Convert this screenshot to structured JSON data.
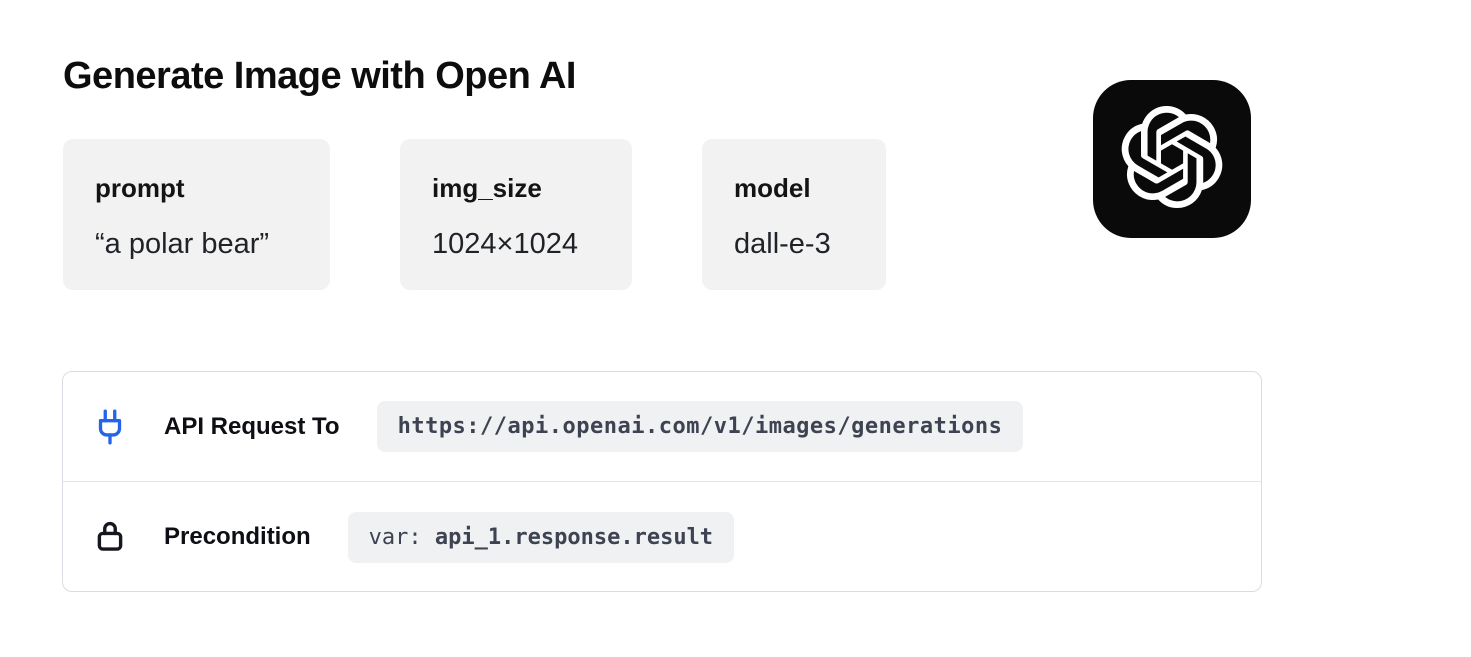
{
  "page": {
    "title": "Generate Image with Open AI"
  },
  "params": [
    {
      "label": "prompt",
      "value": "“a polar bear”"
    },
    {
      "label": "img_size",
      "value": "1024×1024"
    },
    {
      "label": "model",
      "value": "dall-e-3"
    }
  ],
  "logo": {
    "name": "openai-logo",
    "background": "#0a0a0a",
    "foreground": "#ffffff"
  },
  "panel": {
    "rows": [
      {
        "icon": "plug-icon",
        "icon_color": "#2563eb",
        "label": "API Request To",
        "chip": {
          "text": "https://api.openai.com/v1/images/generations"
        }
      },
      {
        "icon": "lock-icon",
        "icon_color": "#16181f",
        "label": "Precondition",
        "chip": {
          "prefix": "var: ",
          "text": "api_1.response.result"
        }
      }
    ]
  },
  "colors": {
    "card_background": "#f2f2f2",
    "chip_background": "#f0f1f3",
    "chip_text": "#3d4351",
    "panel_border": "#d9dde3",
    "accent_blue": "#2563eb",
    "title_text": "#0d0d0d"
  }
}
